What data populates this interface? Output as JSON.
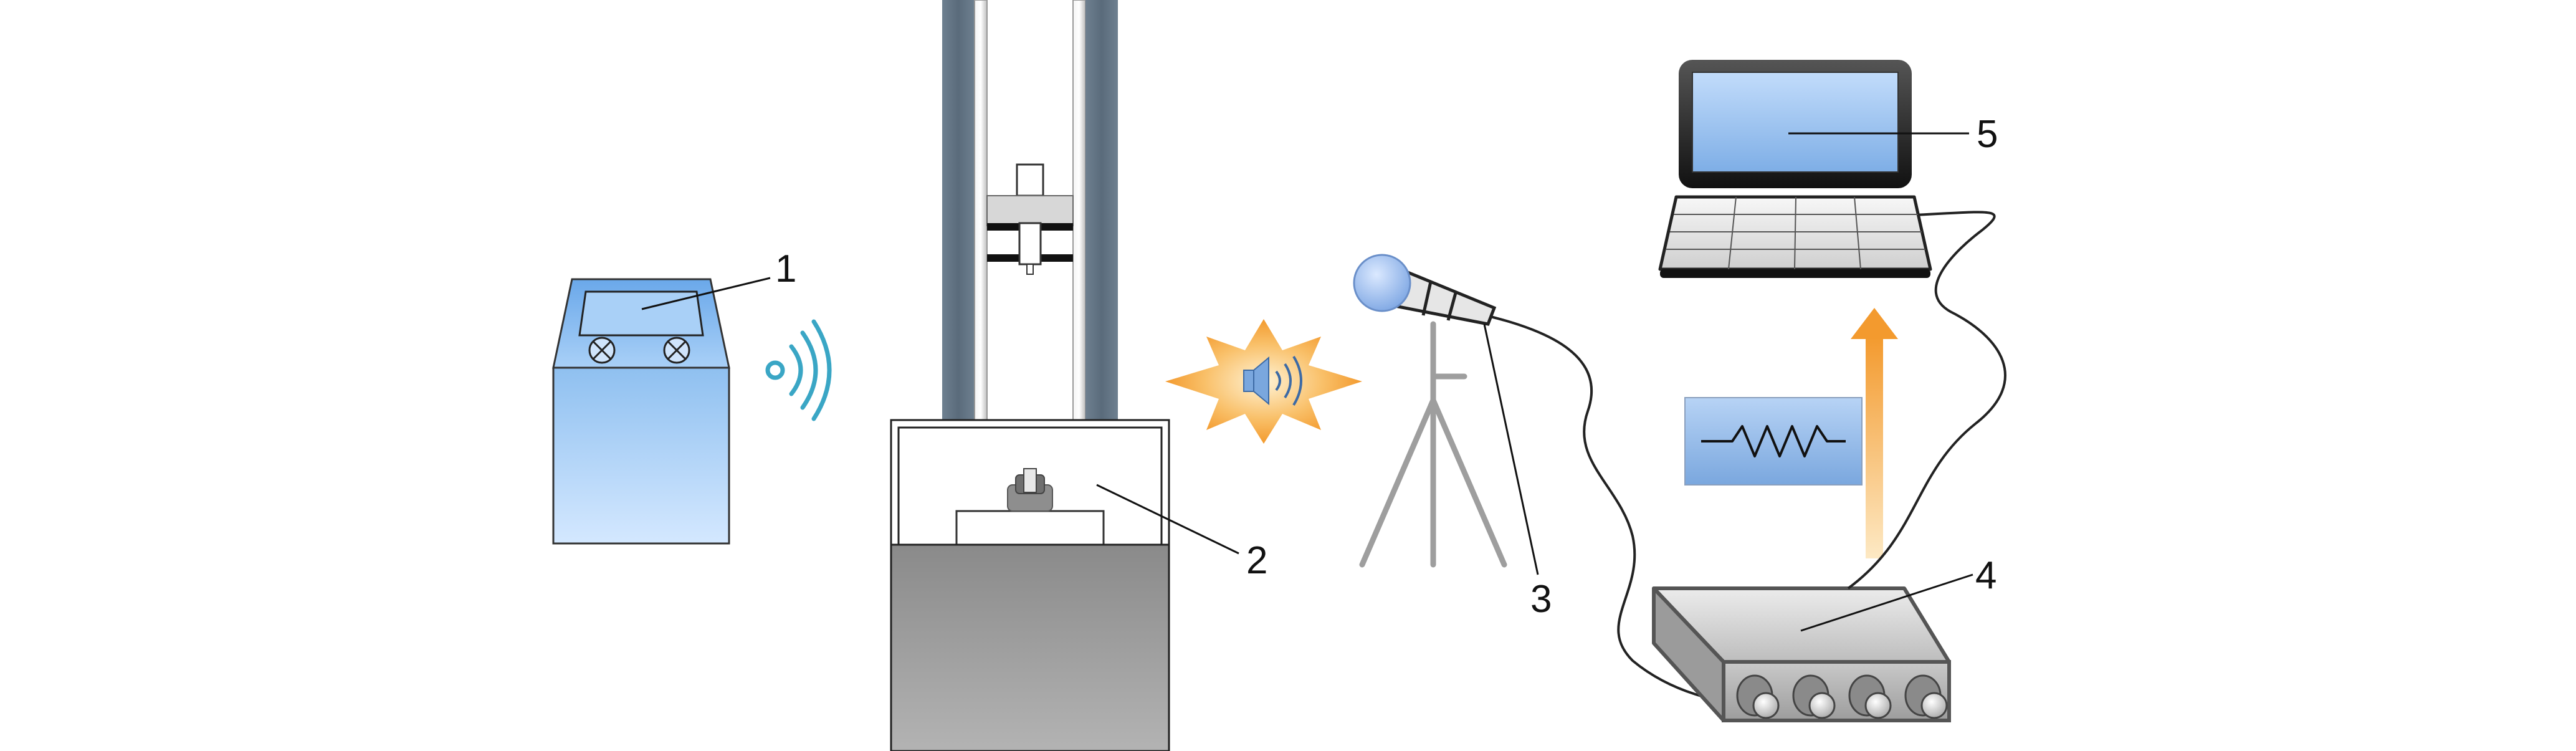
{
  "labels": {
    "control_unit": "1",
    "test_chamber": "2",
    "microphone": "3",
    "amplifier": "4",
    "laptop": "5"
  },
  "icons": {
    "wireless": "wifi-waves-icon",
    "sound": "speaker-icon",
    "signal": "waveform-icon",
    "data_flow": "arrow-up-icon"
  },
  "colors": {
    "column_steel": "#5f7081",
    "blue_light": "#c9e2ff",
    "blue_mid": "#8fc0f0",
    "burst": "#f6a23a",
    "arrow": "#f39a2e",
    "device_grey": "#b9b9b9",
    "stand_grey": "#9e9e9e",
    "wireless_teal": "#3aa6c5"
  }
}
